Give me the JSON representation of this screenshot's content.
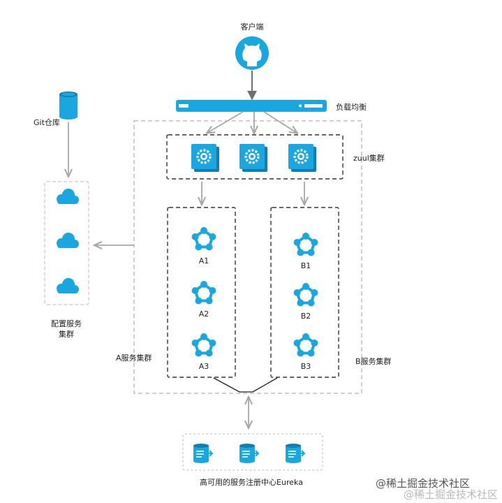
{
  "labels": {
    "client": "客户端",
    "load_balancer": "负载均衡",
    "git_repo": "Git仓库",
    "config_cluster_line1": "配置服务",
    "config_cluster_line2": "集群",
    "zuul_cluster": "zuul集群",
    "service_a_cluster": "A服务集群",
    "service_b_cluster": "B服务集群",
    "eureka": "高可用的服务注册中心Eureka"
  },
  "nodes": {
    "a": [
      "A1",
      "A2",
      "A3"
    ],
    "b": [
      "B1",
      "B2",
      "B3"
    ]
  },
  "watermark": "@稀土掘金技术社区",
  "colors": {
    "accent": "#1aa7e0",
    "dark_accent": "#0f7fb0",
    "arrow": "#a6a6a6",
    "dash_gray": "#b3b3b3",
    "dash_dark": "#333333"
  },
  "icons": {
    "client": "github-octocat-icon",
    "git_repo": "database-icon",
    "config_nodes": "cloud-icon",
    "zuul_nodes": "gear-icon",
    "service_nodes": "cluster-node-icon",
    "eureka_nodes": "registry-db-icon"
  }
}
